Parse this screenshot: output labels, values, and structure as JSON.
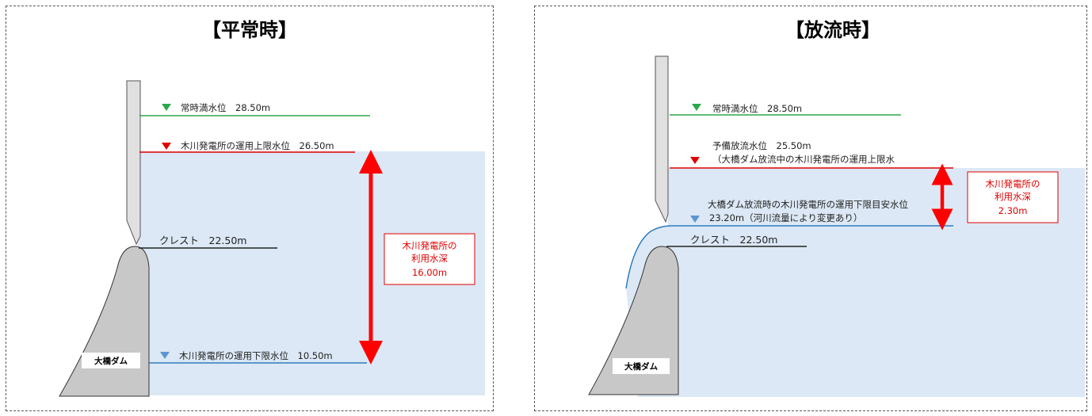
{
  "normal": {
    "title": "【平常時】",
    "full_level": "常時満水位　28.50m",
    "upper_level": "木川発電所の運用上限水位　26.50m",
    "crest": "クレスト　22.50m",
    "lower_level": "木川発電所の運用下限水位　10.50m",
    "box_line1": "木川発電所の",
    "box_line2": "利用水深",
    "box_line3": "16.00m",
    "dam_label": "大橋ダム"
  },
  "discharge": {
    "title": "【放流時】",
    "full_level": "常時満水位　28.50m",
    "reserve_line1": "予備放流水位　25.50m",
    "reserve_line2": "（大橋ダム放流中の木川発電所の運用上限水",
    "target_line1": "大橋ダム放流時の木川発電所の運用下限目安水位",
    "target_line2": "23.20m（河川流量により変更あり）",
    "crest": "クレスト　22.50m",
    "box_line1": "木川発電所の",
    "box_line2": "利用水深",
    "box_line3": "2.30m",
    "dam_label": "大橋ダム"
  },
  "colors": {
    "water": "#dce8f5",
    "full_level_line": "#2ea84a",
    "upper_limit_line": "#e00000",
    "lower_limit_line": "#2e7bc0",
    "crest_line": "#222222",
    "dam_body": "#c8c8c8",
    "arrow": "#ff0000"
  }
}
